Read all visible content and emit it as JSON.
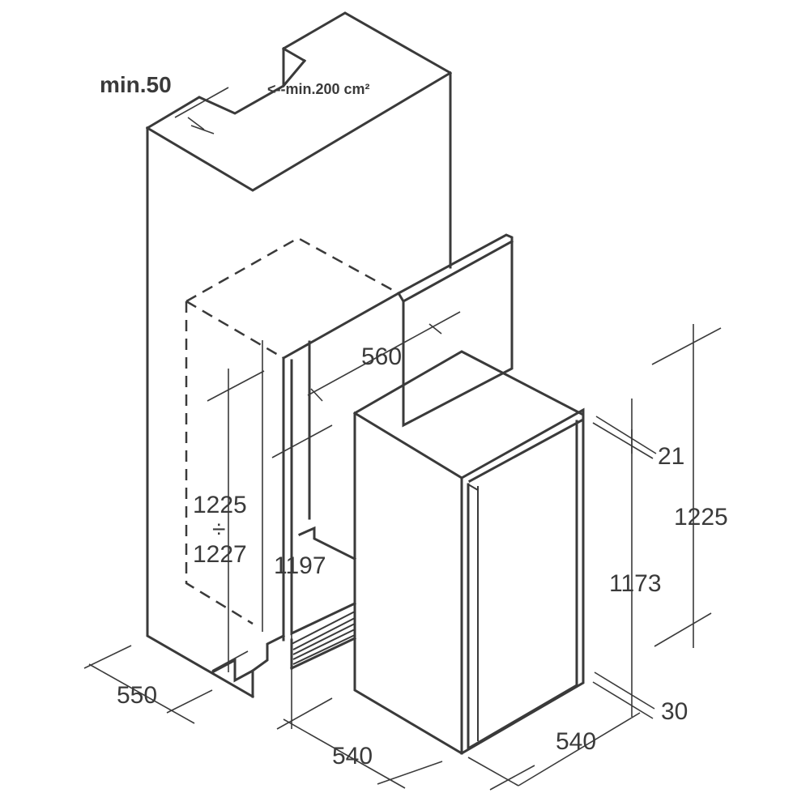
{
  "labels": {
    "min50": "min.50",
    "vent": "<--min.200 cm²",
    "d560": "560",
    "niche_h_top": "1225",
    "niche_h_div": "÷",
    "niche_h_bot": "1227",
    "d1197": "1197",
    "d550": "550",
    "d540_left": "540",
    "d540_right": "540",
    "d21": "21",
    "d1225": "1225",
    "d1173": "1173",
    "d30": "30"
  }
}
